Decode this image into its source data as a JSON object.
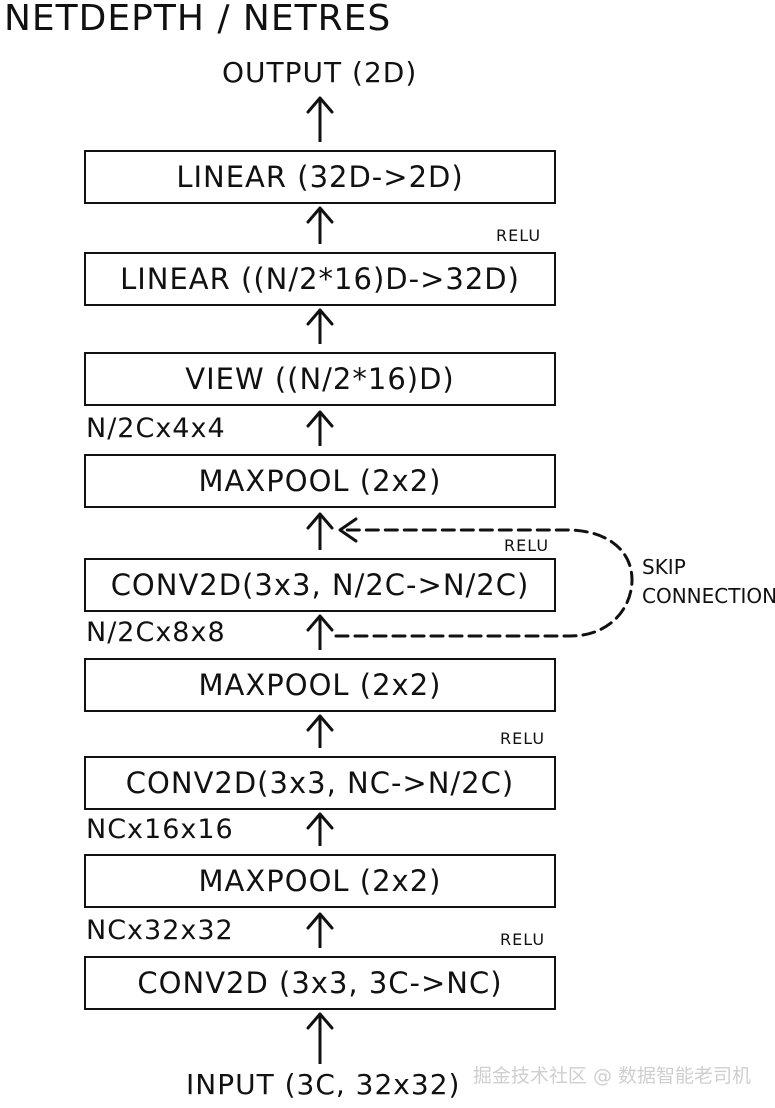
{
  "title": "NETDEPTH / NETRES",
  "output_label": "OUTPUT (2D)",
  "input_label": "INPUT (3C, 32x32)",
  "layers": [
    {
      "id": "linear-out",
      "label": "LINEAR (32D->2D)"
    },
    {
      "id": "linear-hidden",
      "label": "LINEAR ((N/2*16)D->32D)"
    },
    {
      "id": "view",
      "label": "VIEW ((N/2*16)D)"
    },
    {
      "id": "maxpool-3",
      "label": "MAXPOOL (2x2)"
    },
    {
      "id": "conv2d-3",
      "label": "CONV2D(3x3, N/2C->N/2C)"
    },
    {
      "id": "maxpool-2",
      "label": "MAXPOOL (2x2)"
    },
    {
      "id": "conv2d-2",
      "label": "CONV2D(3x3, NC->N/2C)"
    },
    {
      "id": "maxpool-1",
      "label": "MAXPOOL (2x2)"
    },
    {
      "id": "conv2d-1",
      "label": "CONV2D (3x3, 3C->NC)"
    }
  ],
  "activations": [
    "RELU",
    "RELU",
    "RELU",
    "RELU"
  ],
  "dimensions": [
    "N/2Cx4x4",
    "N/2Cx8x8",
    "NCx16x16",
    "NCx32x32"
  ],
  "skip_connection": {
    "line1": "SKIP",
    "line2": "CONNECTION"
  },
  "watermark": "掘金技术社区 @ 数据智能老司机",
  "colors": {
    "ink": "#111111",
    "watermark": "#cfcfcf",
    "background": "#ffffff"
  }
}
